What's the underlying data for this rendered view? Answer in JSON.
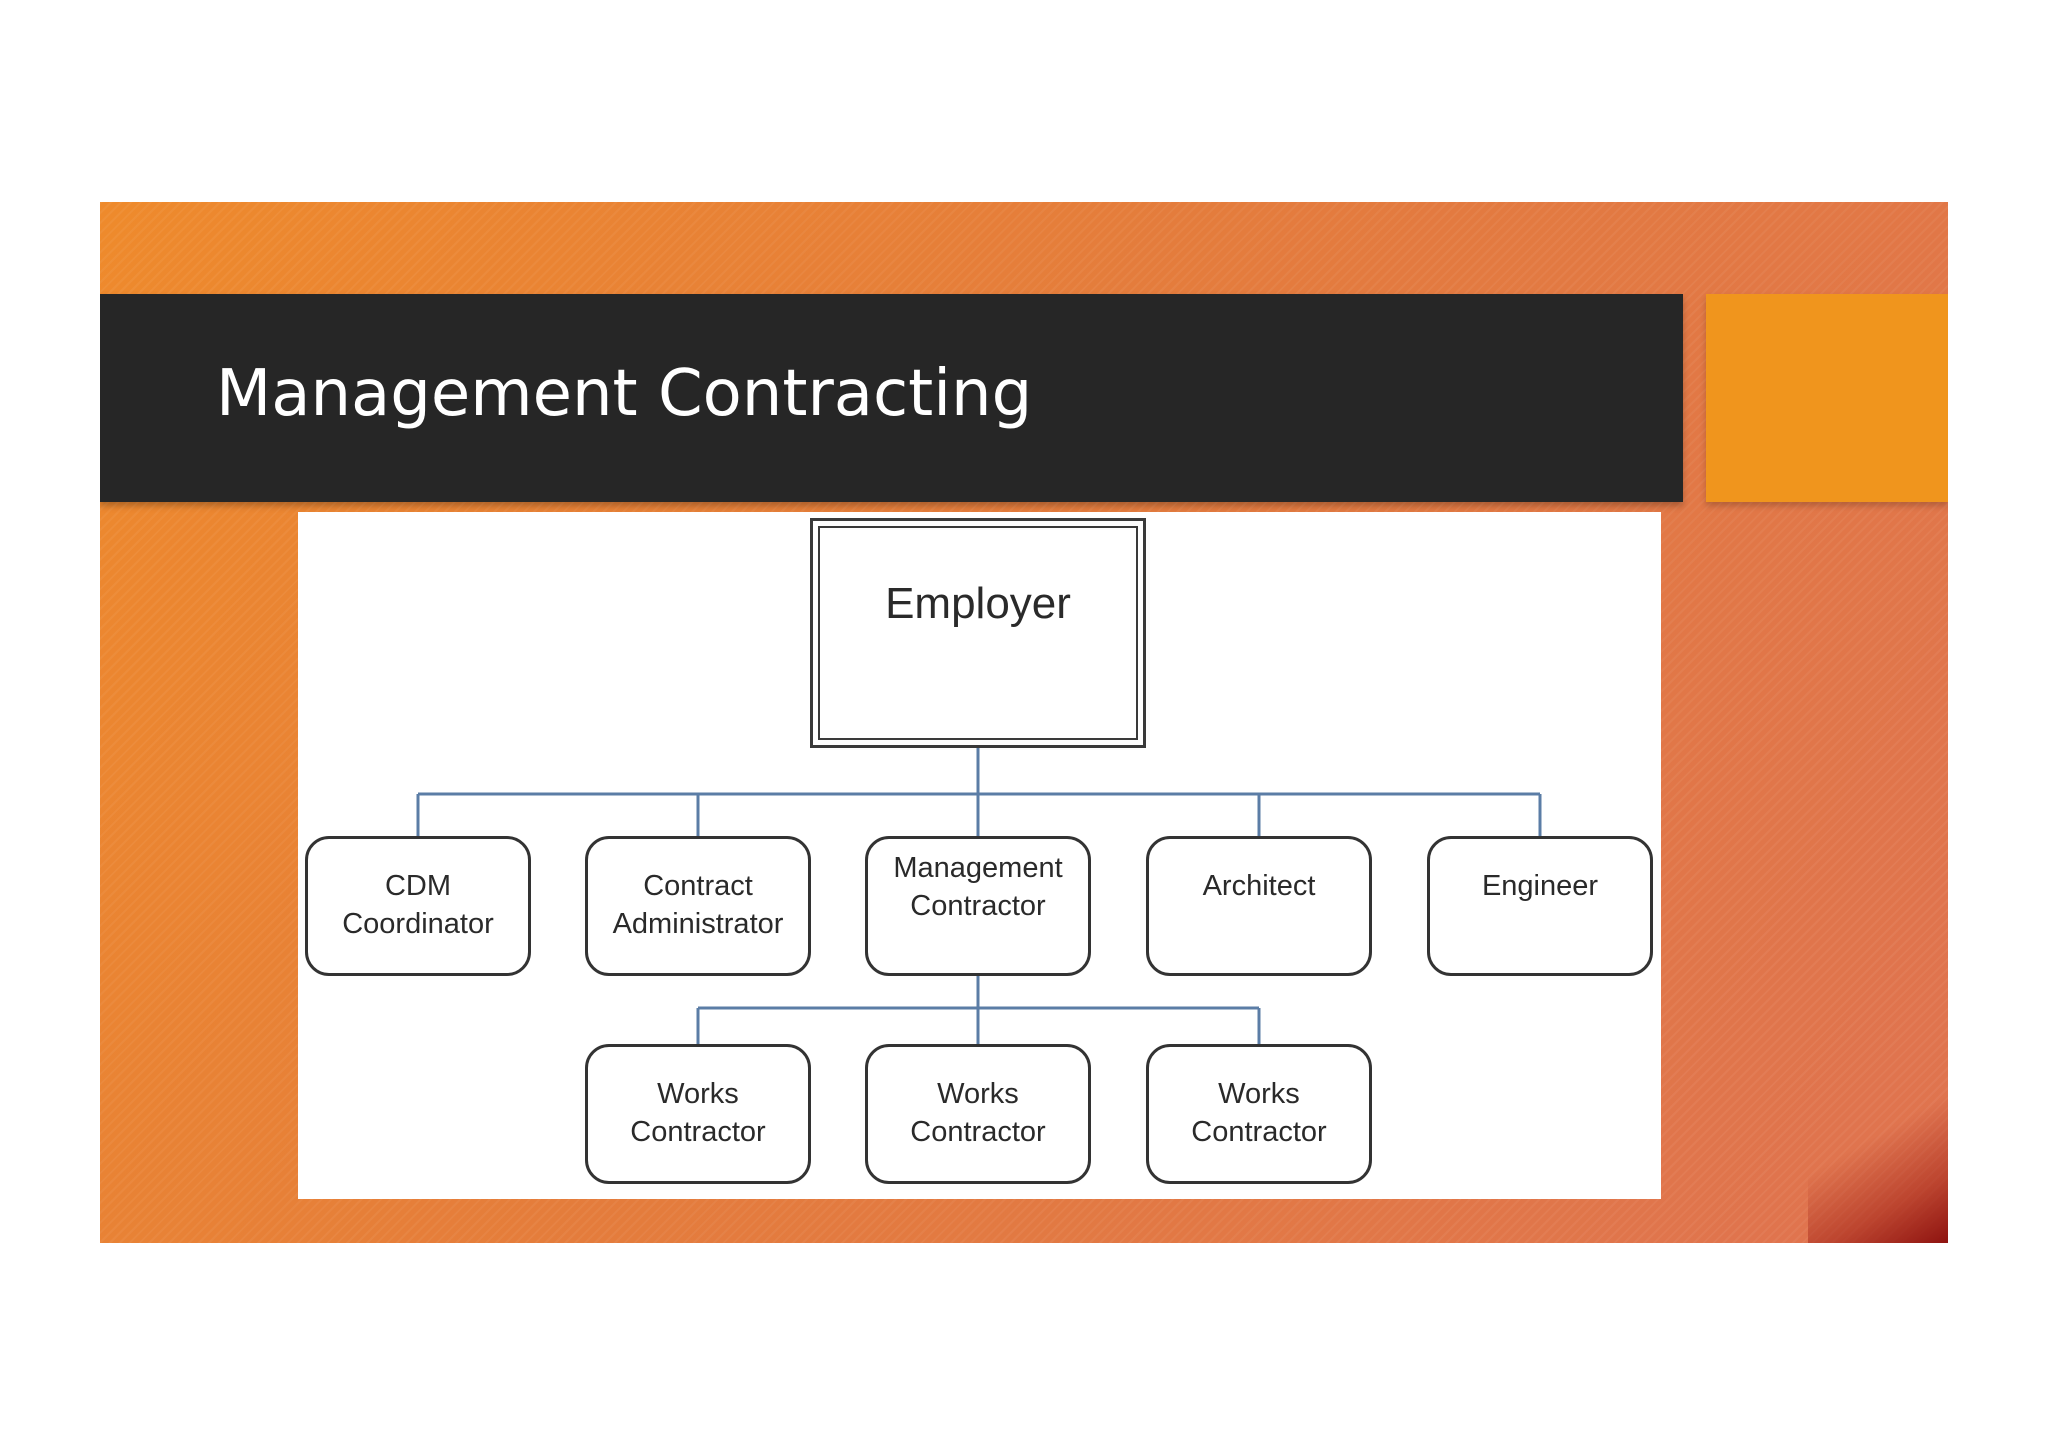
{
  "slide": {
    "title": "Management Contracting",
    "colors": {
      "background": "#e47c3c",
      "title_bar": "#262626",
      "accent": "#f0951d",
      "connector": "#5b7da6"
    }
  },
  "diagram": {
    "root": {
      "label": "Employer"
    },
    "level1": [
      {
        "line1": "CDM",
        "line2": "Coordinator"
      },
      {
        "line1": "Contract",
        "line2": "Administrator"
      },
      {
        "line1": "Management",
        "line2": "Contractor"
      },
      {
        "line1": "Architect",
        "line2": ""
      },
      {
        "line1": "Engineer",
        "line2": ""
      }
    ],
    "level2_parent": "Management Contractor",
    "level2": [
      {
        "line1": "Works",
        "line2": "Contractor"
      },
      {
        "line1": "Works",
        "line2": "Contractor"
      },
      {
        "line1": "Works",
        "line2": "Contractor"
      }
    ]
  }
}
